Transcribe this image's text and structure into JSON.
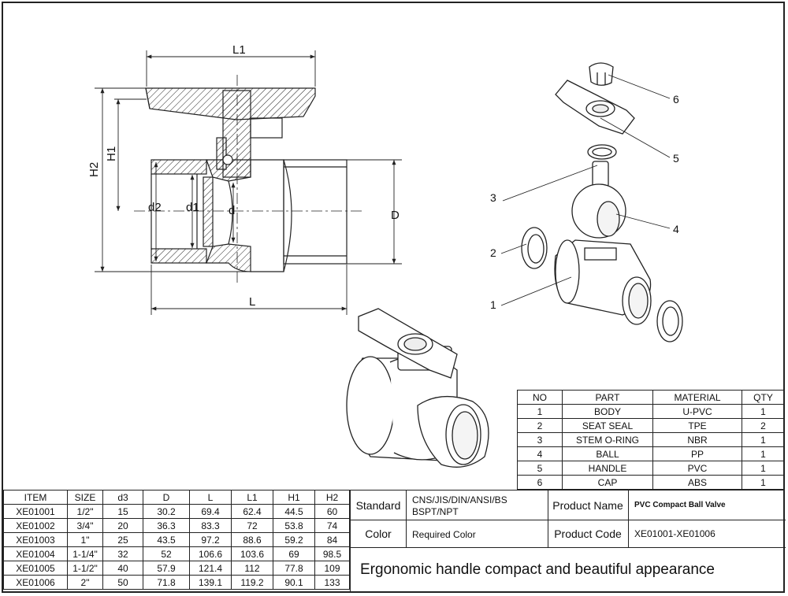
{
  "drawing": {
    "dimensions": {
      "l1": "L1",
      "h1": "H1",
      "h2": "H2",
      "d2": "d2",
      "d1": "d1",
      "d": "d",
      "D": "D",
      "L": "L"
    },
    "callouts": [
      "1",
      "2",
      "3",
      "4",
      "5",
      "6"
    ]
  },
  "parts_table": {
    "headers": [
      "NO",
      "PART",
      "MATERIAL",
      "QTY"
    ],
    "rows": [
      [
        "1",
        "BODY",
        "U-PVC",
        "1"
      ],
      [
        "2",
        "SEAT SEAL",
        "TPE",
        "2"
      ],
      [
        "3",
        "STEM O-RING",
        "NBR",
        "1"
      ],
      [
        "4",
        "BALL",
        "PP",
        "1"
      ],
      [
        "5",
        "HANDLE",
        "PVC",
        "1"
      ],
      [
        "6",
        "CAP",
        "ABS",
        "1"
      ]
    ]
  },
  "size_table": {
    "headers": [
      "ITEM",
      "SIZE",
      "d3",
      "D",
      "L",
      "L1",
      "H1",
      "H2"
    ],
    "rows": [
      [
        "XE01001",
        "1/2\"",
        "15",
        "30.2",
        "69.4",
        "62.4",
        "44.5",
        "60"
      ],
      [
        "XE01002",
        "3/4\"",
        "20",
        "36.3",
        "83.3",
        "72",
        "53.8",
        "74"
      ],
      [
        "XE01003",
        "1\"",
        "25",
        "43.5",
        "97.2",
        "88.6",
        "59.2",
        "84"
      ],
      [
        "XE01004",
        "1-1/4\"",
        "32",
        "52",
        "106.6",
        "103.6",
        "69",
        "98.5"
      ],
      [
        "XE01005",
        "1-1/2\"",
        "40",
        "57.9",
        "121.4",
        "112",
        "77.8",
        "109"
      ],
      [
        "XE01006",
        "2\"",
        "50",
        "71.8",
        "139.1",
        "119.2",
        "90.1",
        "133"
      ]
    ]
  },
  "title_block": {
    "standard_label": "Standard",
    "standard_value_line1": "CNS/JIS/DIN/ANSI/BS",
    "standard_value_line2": "BSPT/NPT",
    "product_name_label": "Product Name",
    "product_name_value": "PVC Compact Ball Valve",
    "color_label": "Color",
    "color_value": "Required Color",
    "product_code_label": "Product Code",
    "product_code_value": "XE01001-XE01006",
    "slogan": "Ergonomic handle compact and beautiful appearance"
  }
}
